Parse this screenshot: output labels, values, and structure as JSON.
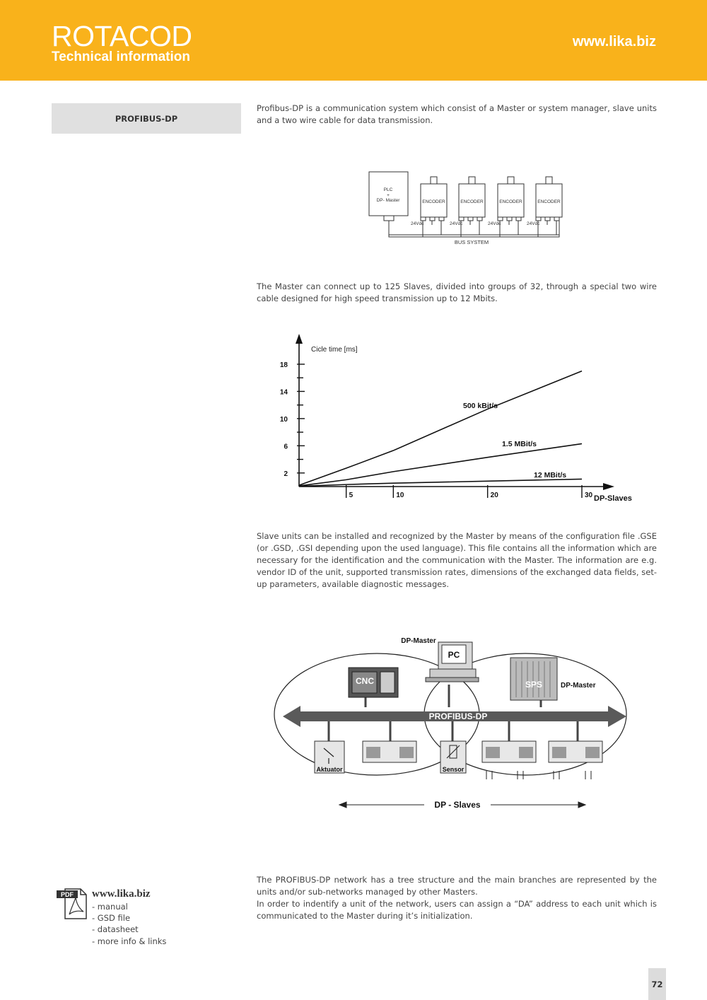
{
  "header": {
    "brand": "ROTACOD",
    "subtitle": "Technical information",
    "website": "www.lika.biz",
    "color": "#f9b21b"
  },
  "section": {
    "label": "PROFIBUS-DP"
  },
  "paragraphs": {
    "p1": "Profibus-DP is a communication system which consist of a Master or system manager, slave units and a two wire cable for data transmission.",
    "p2": "The Master can connect up to 125 Slaves, divided into groups of 32, through a special two wire cable designed for high speed transmission up to 12 Mbits.",
    "p3": "Slave units can be installed and recognized by the Master by means of the configuration file .GSE (or .GSD, .GSI depending upon the used language). This file contains all the information which are necessary for the identification and the communication with the Master. The information are e.g. vendor ID of the unit, supported transmission rates, dimensions of the exchanged data fields, set-up parameters, available diagnostic messages.",
    "p4a": "The PROFIBUS-DP network has a tree structure and the main branches are represented by the units and/or sub-networks managed by other Masters.",
    "p4b": "In order to indentify a unit of the network, users can assign a “DA” address to each unit which is communicated to the Master during it’s initialization."
  },
  "bus_diagram": {
    "plc_line1": "PLC",
    "plc_line2": "+",
    "plc_line3": "DP- Master",
    "encoders": [
      "ENCODER",
      "ENCODER",
      "ENCODER",
      "ENCODER"
    ],
    "supply": [
      "24Vdc",
      "24Vdc",
      "24Vdc",
      "24Vdc"
    ],
    "bus_label": "BUS SYSTEM"
  },
  "chart_data": {
    "type": "line",
    "ylabel": "Cicle time [ms]",
    "xlabel": "DP-Slaves",
    "xlim": [
      0,
      30
    ],
    "ylim": [
      0,
      18
    ],
    "xticks": [
      5,
      10,
      20,
      30
    ],
    "yticks": [
      2,
      6,
      10,
      14,
      18
    ],
    "series": [
      {
        "name": "500 kBit/s",
        "x": [
          0,
          5,
          10,
          20,
          30
        ],
        "y": [
          0.2,
          2.7,
          5.3,
          11.4,
          17.0
        ]
      },
      {
        "name": "1.5 MBit/s",
        "x": [
          0,
          5,
          10,
          20,
          30
        ],
        "y": [
          0.1,
          1.0,
          2.2,
          4.3,
          6.3
        ]
      },
      {
        "name": "12 MBit/s",
        "x": [
          0,
          5,
          10,
          20,
          30
        ],
        "y": [
          0.05,
          0.3,
          0.5,
          0.8,
          1.1
        ]
      }
    ]
  },
  "network": {
    "master_top": "DP-Master",
    "pc": "PC",
    "cnc": "CNC",
    "sps": "SPS",
    "master_right": "DP-Master",
    "bus": "PROFIBUS-DP",
    "actuator": "Aktuator",
    "sensor": "Sensor",
    "slaves": "DP - Slaves"
  },
  "links": {
    "title": "www.lika.biz",
    "pdf_badge": "PDF",
    "items": [
      "- manual",
      "- GSD file",
      "- datasheet",
      "- more info & links"
    ]
  },
  "page_number": "72"
}
